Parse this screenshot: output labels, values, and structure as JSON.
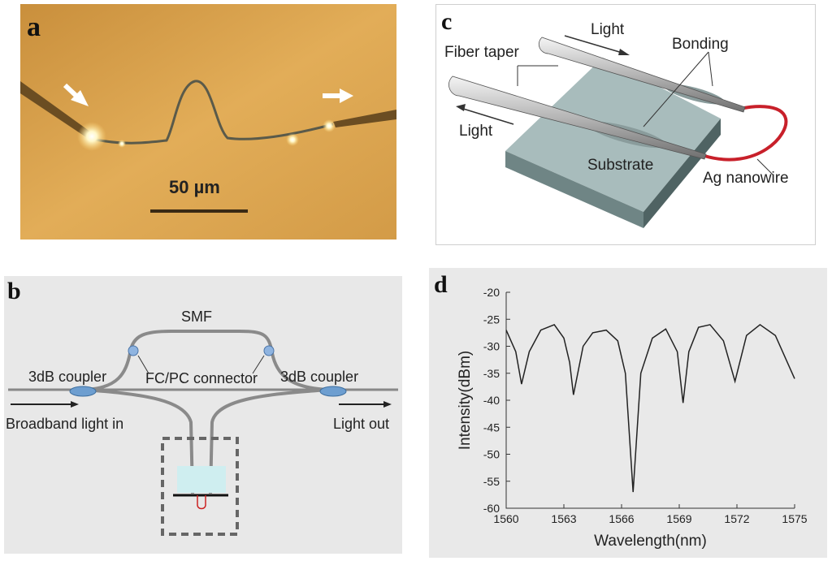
{
  "panel_a": {
    "label": "a",
    "scale_bar": "50 µm"
  },
  "panel_b": {
    "label": "b",
    "smf": "SMF",
    "coupler_left": "3dB coupler",
    "coupler_right": "3dB coupler",
    "connector": "FC/PC connector",
    "light_in": "Broadband light in",
    "light_out": "Light out"
  },
  "panel_c": {
    "label": "c",
    "light_top": "Light",
    "light_left": "Light",
    "fiber_taper": "Fiber taper",
    "bonding": "Bonding",
    "substrate": "Substrate",
    "nanowire": "Ag nanowire"
  },
  "panel_d": {
    "label": "d"
  },
  "chart_data": {
    "type": "line",
    "xlabel": "Wavelength(nm)",
    "ylabel": "Intensity(dBm)",
    "xlim": [
      1560,
      1575
    ],
    "ylim": [
      -60,
      -20
    ],
    "xticks": [
      "1560",
      "1563",
      "1566",
      "1569",
      "1572",
      "1575"
    ],
    "yticks": [
      "-20",
      "-25",
      "-30",
      "-35",
      "-40",
      "-45",
      "-50",
      "-55",
      "-60"
    ],
    "line_color": "#222222",
    "series": [
      {
        "x": [
          1560.0,
          1560.5,
          1560.8,
          1561.2,
          1561.8,
          1562.5,
          1563.0,
          1563.3,
          1563.5,
          1564.0,
          1564.5,
          1565.2,
          1565.8,
          1566.2,
          1566.6,
          1567.0,
          1567.6,
          1568.3,
          1568.9,
          1569.2,
          1569.5,
          1570.0,
          1570.6,
          1571.3,
          1571.9,
          1572.5,
          1573.2,
          1574.0,
          1575.0
        ],
        "y": [
          -27,
          -31,
          -37,
          -31,
          -27,
          -26,
          -28.5,
          -33,
          -39,
          -30,
          -27.5,
          -27,
          -29,
          -35,
          -57,
          -35,
          -28.5,
          -26.8,
          -31,
          -40.5,
          -31,
          -26.5,
          -26,
          -29,
          -36.5,
          -28,
          -26,
          -28,
          -36
        ]
      }
    ]
  }
}
